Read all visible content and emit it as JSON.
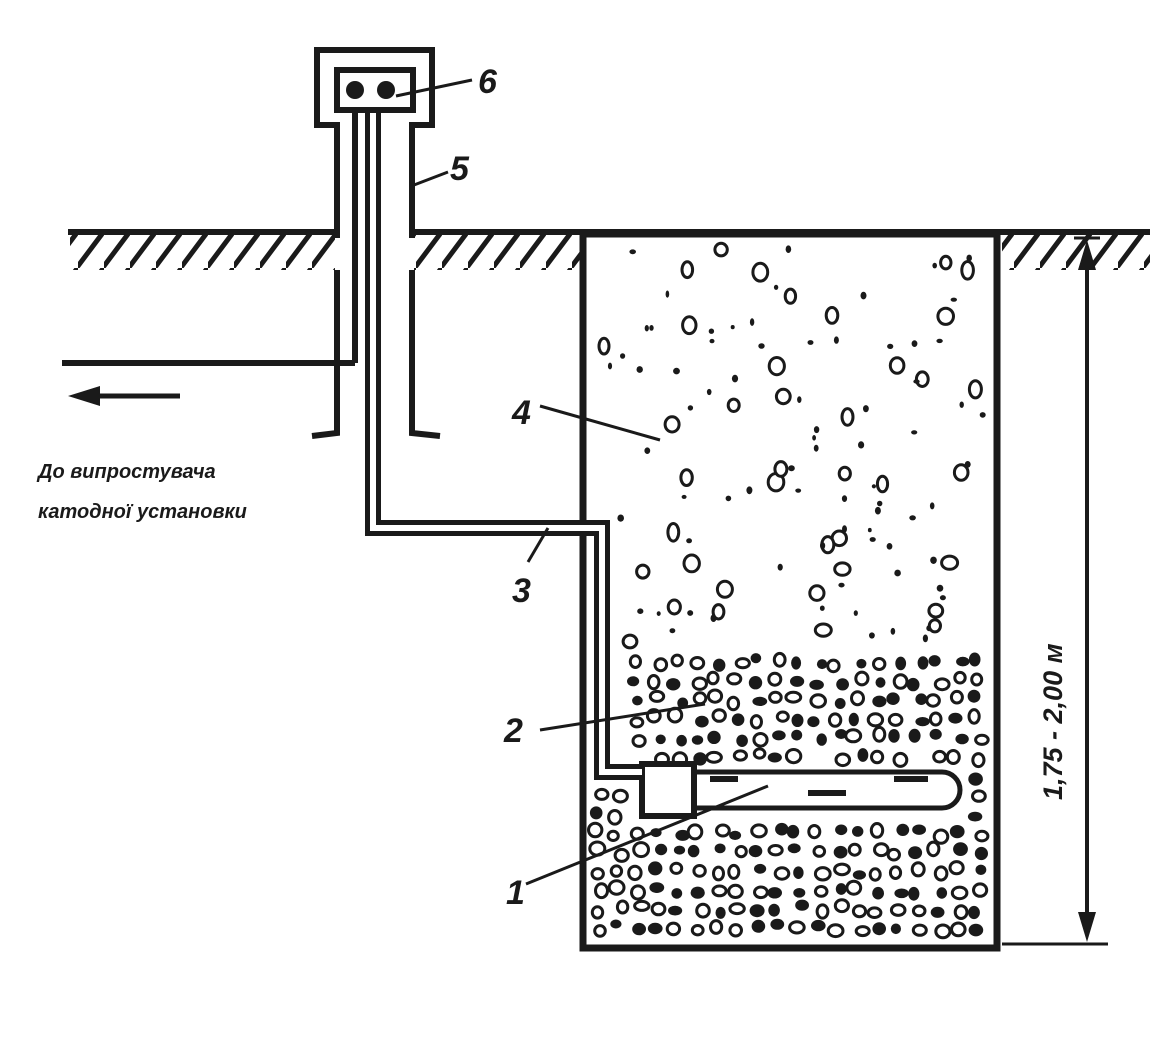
{
  "labels": {
    "n1": "1",
    "n2": "2",
    "n3": "3",
    "n4": "4",
    "n5": "5",
    "n6": "6"
  },
  "caption": {
    "line1": "До випростувача",
    "line2": "катодної установки"
  },
  "dimension": "1,75 - 2,00 м",
  "colors": {
    "ink": "#1a1a1a",
    "background": "#ffffff"
  }
}
